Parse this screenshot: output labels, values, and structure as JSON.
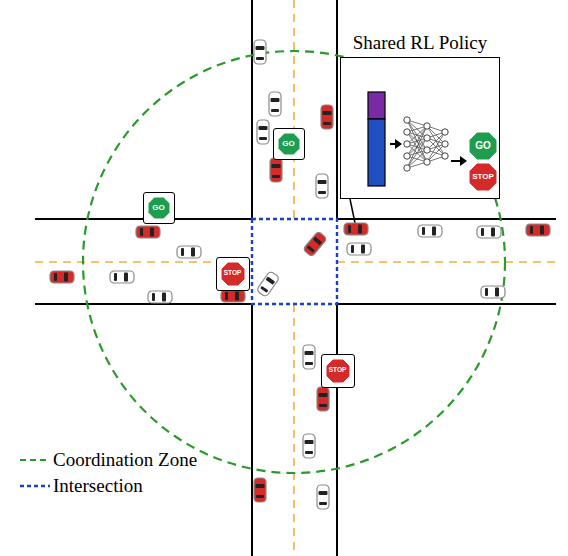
{
  "diagram": {
    "nodes": [
      {
        "text": [
          "Shared RL Policy"
        ]
      },
      {
        "text": [
          "GO"
        ],
        "in": 0
      },
      {
        "text": [
          "STOP"
        ],
        "in": 0
      },
      {
        "text": [
          "GO"
        ]
      },
      {
        "text": [
          "GO"
        ]
      },
      {
        "text": [
          "STOP"
        ]
      },
      {
        "text": [
          "STOP"
        ]
      }
    ],
    "legend": [
      {
        "text": "Coordination Zone"
      },
      {
        "text": "Intersection"
      }
    ]
  }
}
